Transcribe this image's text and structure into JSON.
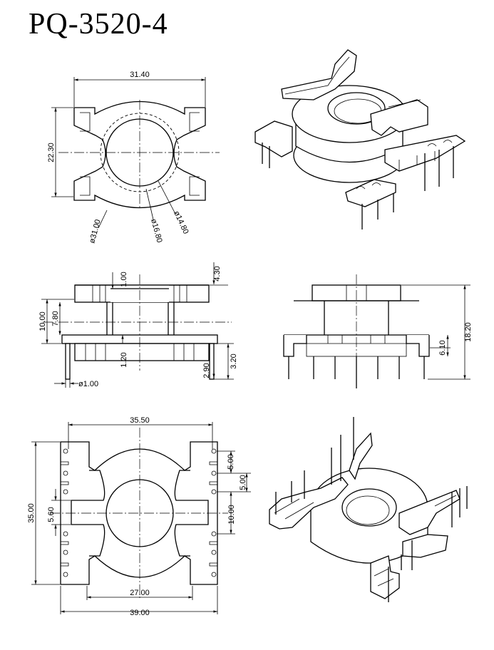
{
  "title": "PQ-3520-4",
  "dimensions": {
    "top_width": "31.40",
    "top_height": "22.30",
    "d_outer": "ø31.00",
    "d_dashed": "ø16.80",
    "d_inner": "ø14.80",
    "side_top": "4.30",
    "side_1": "1.00",
    "side_height": "10.00",
    "side_inner": "7.80",
    "side_flange": "1.20",
    "side_pin_top": "2.90",
    "side_pin_bottom": "3.20",
    "pin_diameter": "ø1.00",
    "front_height": "18.20",
    "front_pin": "6.10",
    "bottom_width": "35.50",
    "bottom_height": "35.00",
    "bottom_gap": "5.60",
    "pitch_a": "5.00",
    "pitch_b": "5.00",
    "pitch_c": "10.00",
    "bottom_inner": "27.00",
    "bottom_outer": "39.00"
  }
}
